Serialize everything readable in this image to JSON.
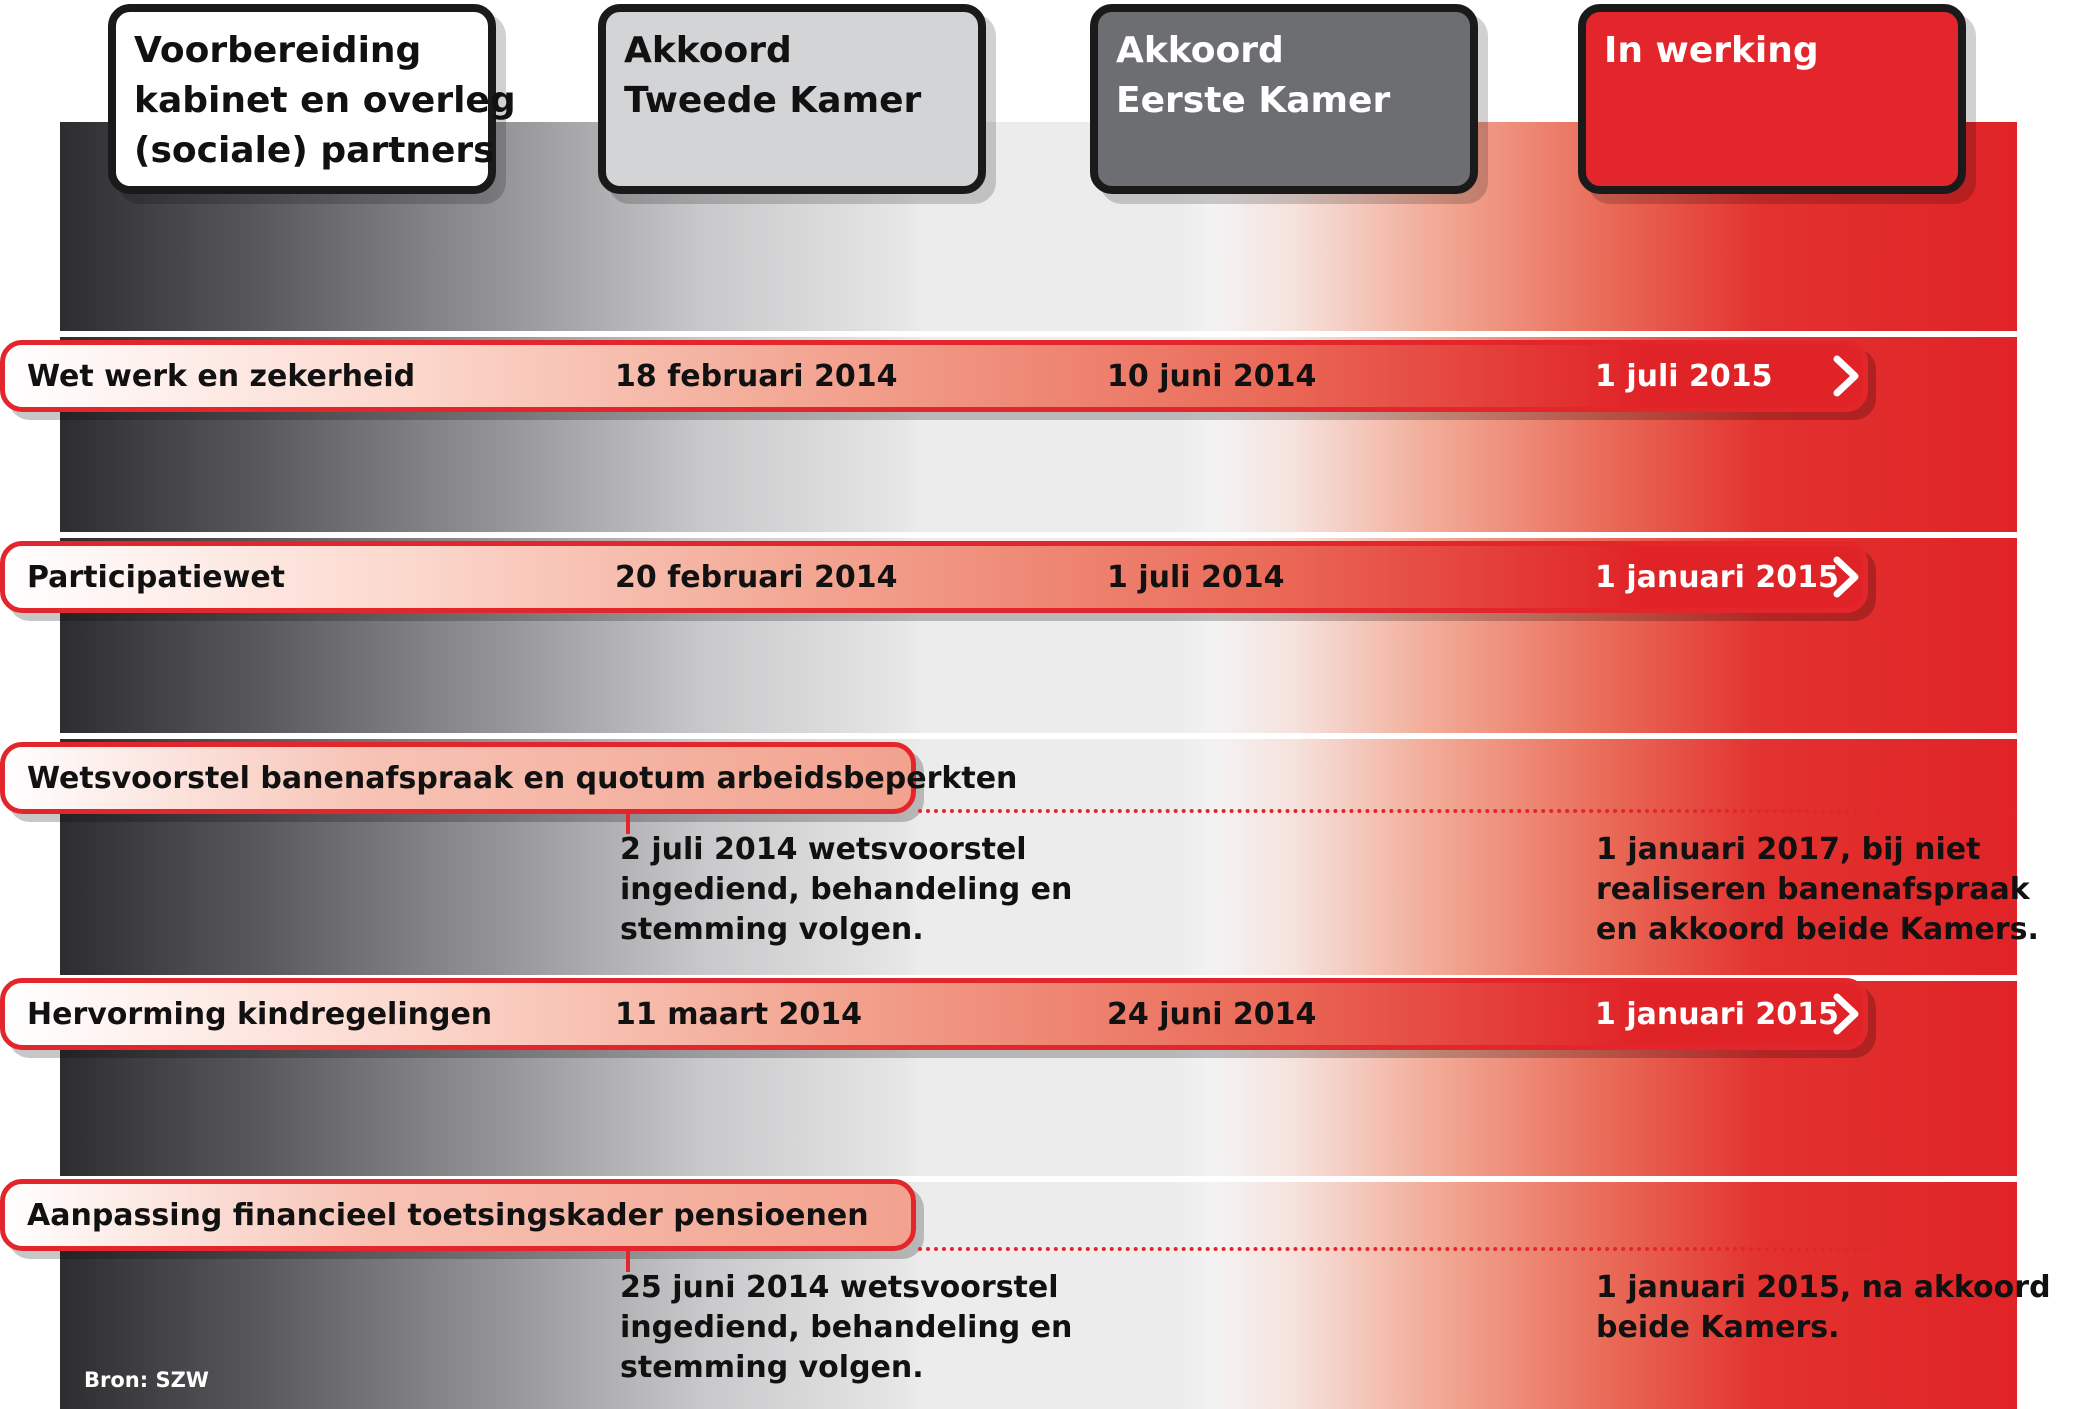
{
  "columns": [
    {
      "lines": [
        "Voorbereiding",
        "kabinet en overleg",
        "(sociale) partners"
      ]
    },
    {
      "lines": [
        "Akkoord",
        "Tweede Kamer"
      ]
    },
    {
      "lines": [
        "Akkoord",
        "Eerste Kamer"
      ]
    },
    {
      "lines": [
        "In werking"
      ]
    }
  ],
  "rows": [
    {
      "label": "Wet werk en zekerheid",
      "tweede_kamer": "18 februari 2014",
      "eerste_kamer": "10 juni 2014",
      "in_werking": "1 juli 2015"
    },
    {
      "label": "Participatiewet",
      "tweede_kamer": "20 februari 2014",
      "eerste_kamer": "1 juli 2014",
      "in_werking": "1 januari 2015"
    },
    {
      "label": "Wetsvoorstel banenafspraak en quotum arbeidsbeperkten",
      "note_left": [
        "2 juli 2014 wetsvoorstel",
        "ingediend, behandeling en",
        "stemming volgen."
      ],
      "note_right": [
        "1 januari 2017, bij niet",
        "realiseren banenafspraak",
        "en akkoord beide Kamers."
      ]
    },
    {
      "label": "Hervorming kindregelingen",
      "tweede_kamer": "11 maart 2014",
      "eerste_kamer": "24 juni 2014",
      "in_werking": "1 januari 2015"
    },
    {
      "label": "Aanpassing financieel toetsingskader pensioenen",
      "note_left": [
        "25 juni 2014 wetsvoorstel",
        "ingediend, behandeling en",
        "stemming volgen."
      ],
      "note_right": [
        "1 januari 2015, na akkoord",
        "beide Kamers."
      ]
    }
  ],
  "source": "Bron: SZW",
  "colors": {
    "accent_red": "#e3262b",
    "dark_grey": "#6d6e72",
    "light_grey": "#d3d4d6"
  },
  "icons": {
    "arrow": "chevron-right-icon"
  }
}
